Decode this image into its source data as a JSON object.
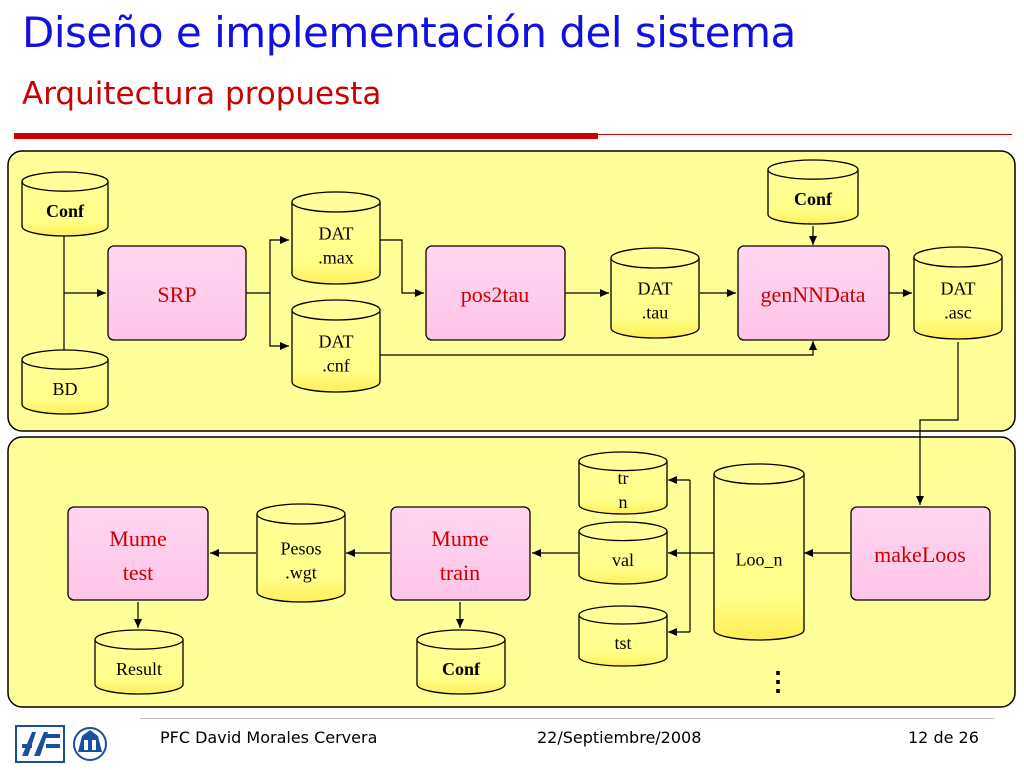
{
  "slide": {
    "title": "Diseño e implementación del sistema",
    "subtitle": "Arquitectura propuesta"
  },
  "nodes": {
    "conf1": "Conf",
    "bd": "BD",
    "srp": "SRP",
    "dat_max": [
      "DAT",
      ".max"
    ],
    "dat_cnf": [
      "DAT",
      ".cnf"
    ],
    "pos2tau": "pos2tau",
    "dat_tau": [
      "DAT",
      ".tau"
    ],
    "conf2": "Conf",
    "gennndata": "genNNData",
    "dat_asc": [
      "DAT",
      ".asc"
    ],
    "makeloos": "makeLoos",
    "loo_n": "Loo_n",
    "trn": [
      "tr",
      "n"
    ],
    "val": "val",
    "tst": "tst",
    "ellipsis": "⋮",
    "mume_train": [
      "Mume",
      "train"
    ],
    "conf3": "Conf",
    "pesos_wgt": [
      "Pesos",
      ".wgt"
    ],
    "mume_test": [
      "Mume",
      "test"
    ],
    "result": "Result"
  },
  "colors": {
    "title": "#1010e0",
    "subtitle": "#cc0000",
    "panel_fill": "#ffff99",
    "process_fill": "#ffccee",
    "process_text_red": "#cc0000",
    "cylinder_fill": "#ffff99"
  },
  "footer": {
    "author": "PFC David Morales Cervera",
    "date": "22/Septiembre/2008",
    "page": "12 de 26"
  }
}
